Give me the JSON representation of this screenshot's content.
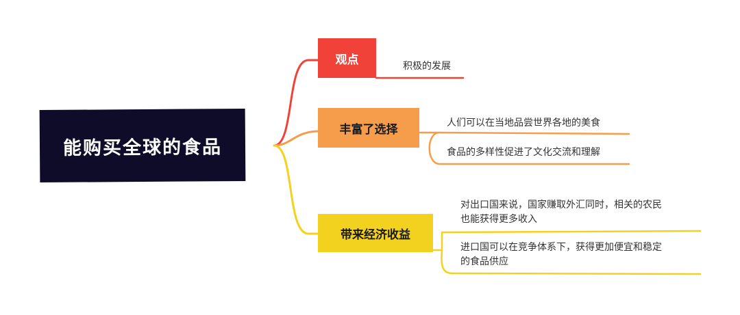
{
  "root": {
    "label": "能购买全球的食品"
  },
  "branches": [
    {
      "label": "观点",
      "color": "#f04238",
      "leaves": [
        "积极的发展"
      ]
    },
    {
      "label": "丰富了选择",
      "color": "#f59d4a",
      "leaves": [
        "人们可以在当地品尝世界各地的美食",
        "食品的多样性促进了文化交流和理解"
      ]
    },
    {
      "label": "带来经济收益",
      "color": "#f3d11f",
      "leaves": [
        [
          "对出口国来说，国家赚取外汇同时，相关的农民",
          "也能获得更多收入"
        ],
        [
          "进口国可以在竞争体系下，获得更加便宜和稳定",
          "的食品供应"
        ]
      ]
    }
  ]
}
